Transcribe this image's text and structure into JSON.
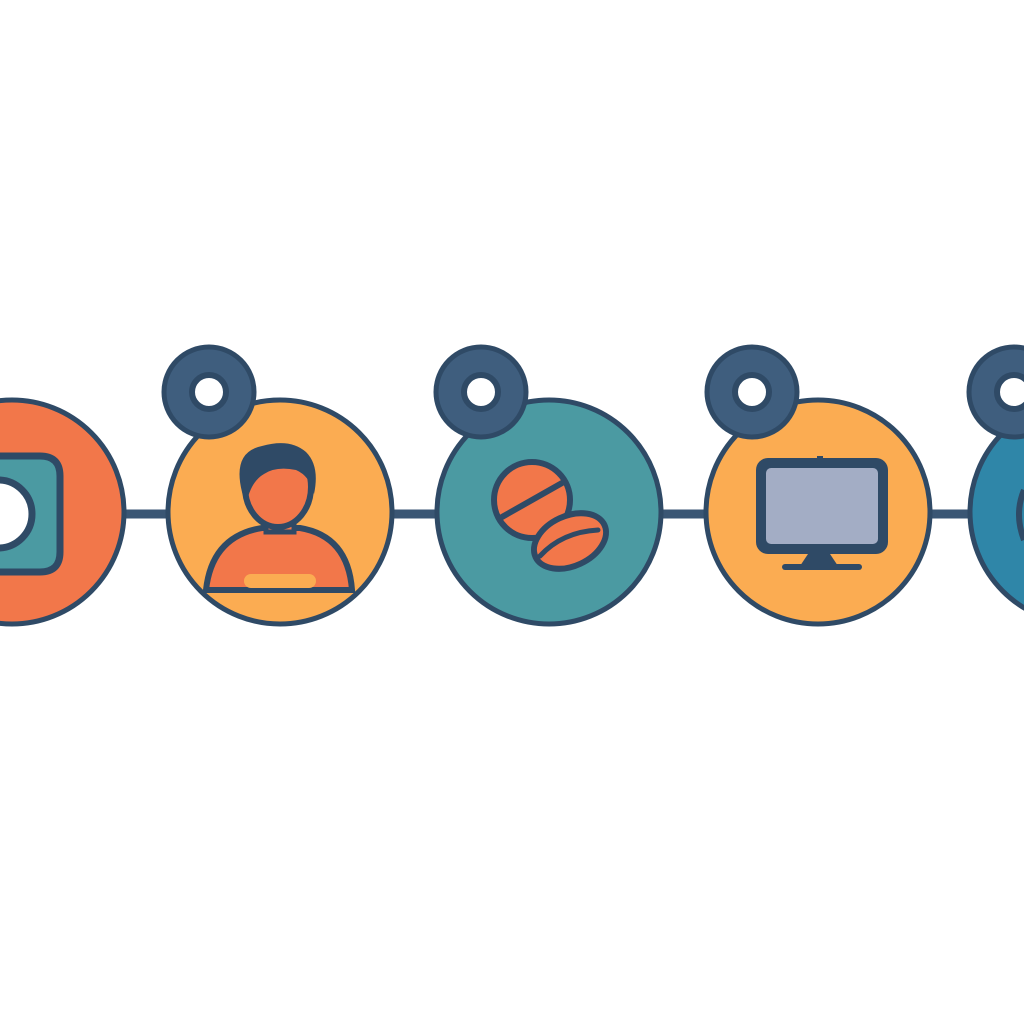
{
  "diagram": {
    "type": "horizontal-timeline",
    "colors": {
      "outline": "#2f4a66",
      "pin": "#3f5e7e",
      "connector": "#3a5674",
      "orange": "#f2774a",
      "amber": "#fbac52",
      "teal": "#4b9aa2",
      "blue": "#2f86a8",
      "screen": "#a3adc5"
    },
    "nodes": [
      {
        "id": "node-1",
        "fill": "orange",
        "icon": "camera-icon",
        "pin": false
      },
      {
        "id": "node-2",
        "fill": "amber",
        "icon": "person-icon",
        "pin": true
      },
      {
        "id": "node-3",
        "fill": "teal",
        "icon": "pill-icon",
        "pin": true
      },
      {
        "id": "node-4",
        "fill": "amber",
        "icon": "monitor-icon",
        "pin": true
      },
      {
        "id": "node-5",
        "fill": "blue",
        "icon": "partial-icon",
        "pin": true
      }
    ]
  }
}
